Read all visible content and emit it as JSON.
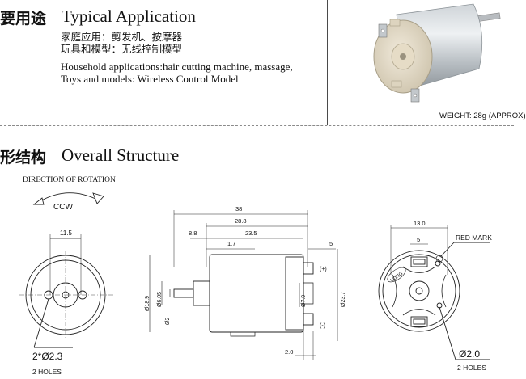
{
  "typical": {
    "heading_zh": "要用途",
    "heading_en": "Typical Application",
    "line1_zh": "家庭应用：剪发机、按摩器",
    "line2_zh": "玩具和模型：无线控制模型",
    "line1_en": "Household applications:hair cutting machine, massage,",
    "line2_en": "Toys and models: Wireless Control Model",
    "weight": "WEIGHT: 28g (APPROX)"
  },
  "structure": {
    "heading_zh": "形结构",
    "heading_en": "Overall Structure",
    "direction_label": "DIRECTION OF ROTATION",
    "ccw_label": "CCW"
  },
  "left_view": {
    "dim_width": "11.5",
    "hole_label": "2*Ø2.3",
    "holes_label": "2 HOLES"
  },
  "side_view": {
    "dim_38": "38",
    "dim_28_8": "28.8",
    "dim_23_5": "23.5",
    "dim_8_8": "8.8",
    "dim_1_7": "1.7",
    "dim_5": "5",
    "dim_18_9": "Ø18.9",
    "dim_6_05": "Ø6.05",
    "dim_2": "Ø2",
    "dim_7_9": "Ø7.9",
    "dim_23_7": "Ø23.7",
    "plus_label": "(+)",
    "minus_label": "(-)",
    "dim_2_0": "2.0"
  },
  "right_view": {
    "dim_13": "13.0",
    "dim_5": "5",
    "red_mark": "RED MARK",
    "long_label": "LONG",
    "hole_label": "Ø2.0",
    "holes_label": "2 HOLES"
  }
}
